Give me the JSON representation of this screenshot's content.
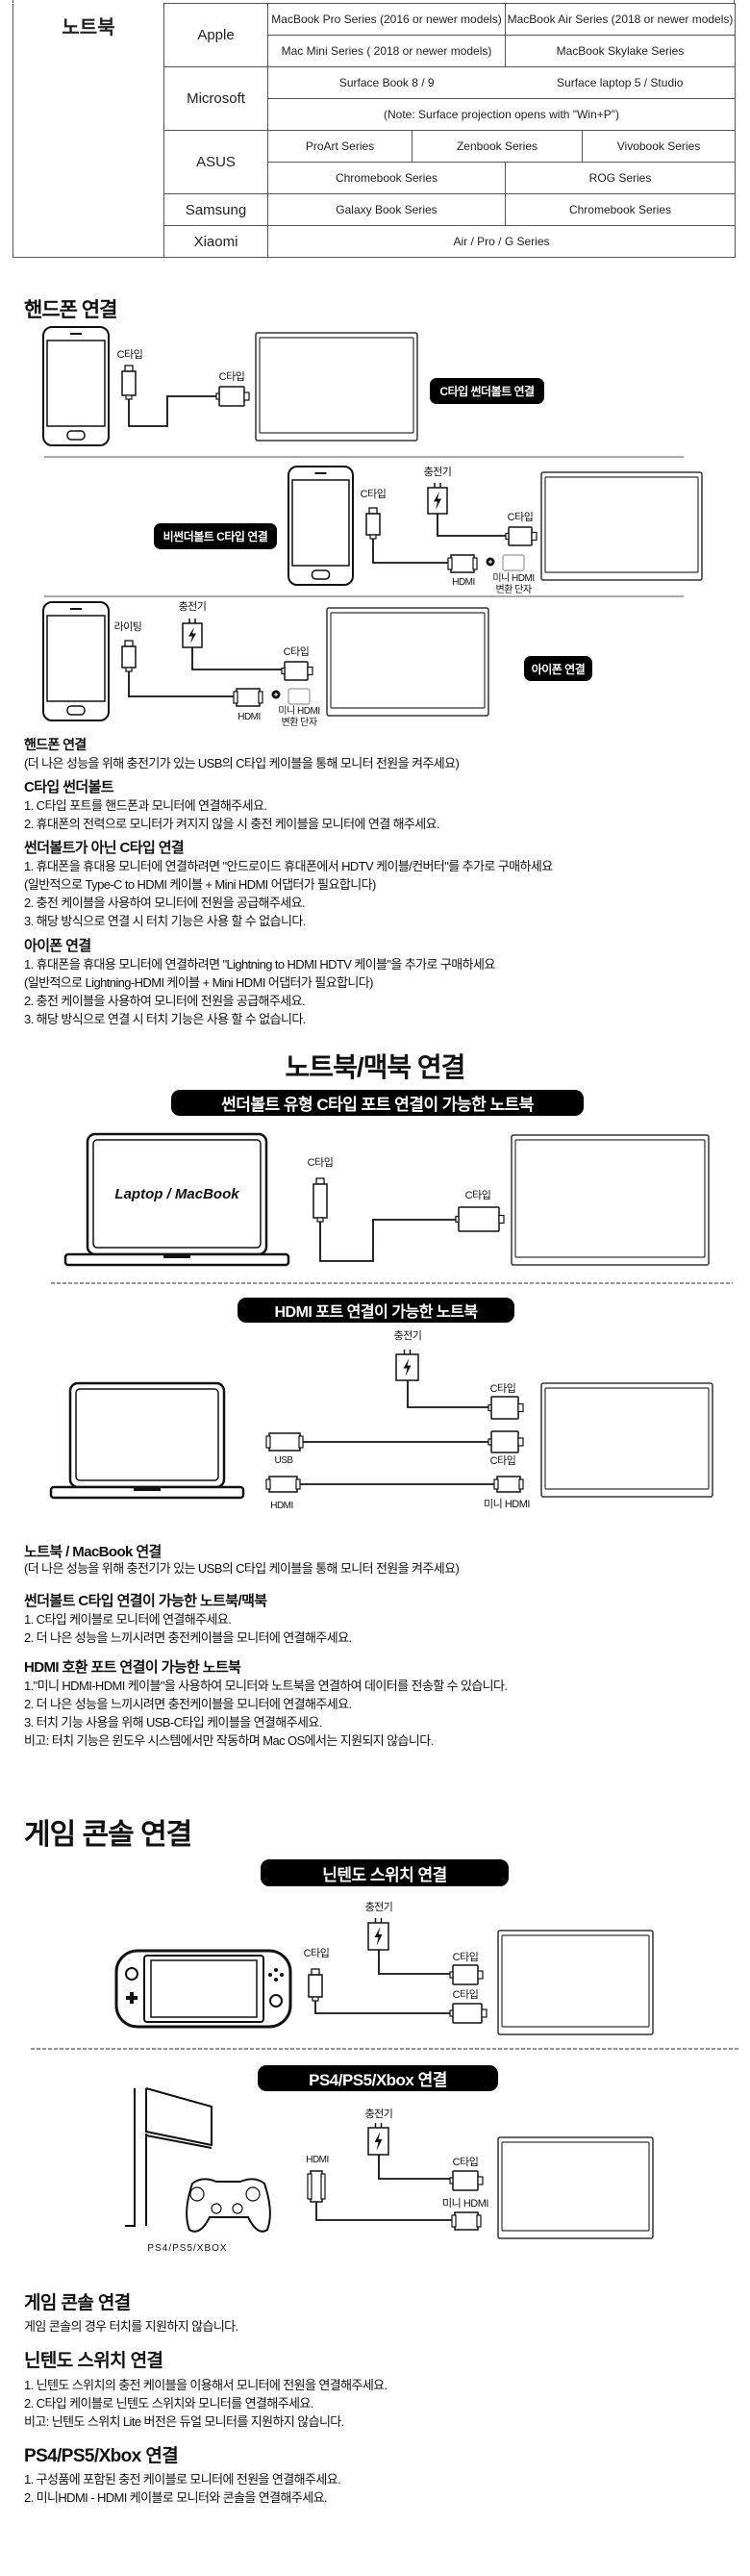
{
  "table": {
    "category": "노트북",
    "rows": {
      "apple": {
        "brand": "Apple",
        "items": [
          "MacBook Pro Series (2016 or newer models)",
          "MacBook Air Series (2018 or newer models)",
          "Mac Mini Series ( 2018 or newer models)",
          "MacBook Skylake Series"
        ]
      },
      "microsoft": {
        "brand": "Microsoft",
        "items": [
          "Surface Book 8 / 9",
          "Surface laptop 5 / Studio"
        ],
        "note": "(Note: Surface projection opens with \"Win+P\")"
      },
      "asus": {
        "brand": "ASUS",
        "items": [
          "ProArt Series",
          "Zenbook Series",
          "Vivobook Series",
          "Chromebook Series",
          "ROG Series"
        ]
      },
      "samsung": {
        "brand": "Samsung",
        "items": [
          "Galaxy Book Series",
          "Chromebook Series"
        ]
      },
      "xiaomi": {
        "brand": "Xiaomi",
        "items": [
          "Air / Pro / G Series"
        ]
      }
    }
  },
  "phone": {
    "title": "핸드폰 연결",
    "labels": {
      "ctype": "C타입",
      "charger": "충전기",
      "hdmi": "HDMI",
      "mini_hdmi_adapter_1": "미니 HDMI",
      "mini_hdmi_adapter_2": "변환 단자",
      "lightning": "라이팅"
    },
    "pills": [
      "C타입 썬더볼트 연결",
      "비썬더볼트 C타입 연결",
      "아이폰 연결"
    ],
    "guide": {
      "title": "핸드폰 연결",
      "subtitle": "(더 나은 성능을 위해 충전기가 있는 USB의 C타입 케이블을 통해 모니터 전원을 켜주세요)",
      "sections": [
        {
          "heading": "C타입 썬더볼트",
          "lines": [
            "1. C타입 포트를 핸드폰과 모니터에 연결해주세요.",
            "2. 휴대폰의 전력으로 모니터가 켜지지 않을 시 충전 케이블을 모니터에 연결 해주세요."
          ]
        },
        {
          "heading": "썬더볼트가 아닌 C타입 연결",
          "lines": [
            "1. 휴대폰을 휴대용 모니터에 연결하려면 \"안드로이드 휴대폰에서 HDTV 케이블/컨버터\"를 추가로 구매하세요",
            "(일반적으로 Type-C to HDMI 케이블 + Mini HDMI 어댑터가 필요합니다)",
            "2. 충전 케이블을 사용하여 모니터에 전원을 공급해주세요.",
            "3. 해당 방식으로 연결 시 터치 기능은 사용 할 수 없습니다."
          ]
        },
        {
          "heading": "아이폰 연결",
          "lines": [
            "1. 휴대폰을 휴대용 모니터에 연결하려면 \"Lightning to HDMI HDTV 케이블\"을 추가로 구매하세요",
            "(일반적으로 Lightning-HDMI 케이블 + Mini HDMI 어댑터가 필요합니다)",
            "2. 충전 케이블을 사용하여 모니터에 전원을 공급해주세요.",
            "3. 해당 방식으로 연결 시 터치 기능은 사용 할 수 없습니다."
          ]
        }
      ]
    }
  },
  "laptop": {
    "title": "노트북/맥북 연결",
    "pills": [
      "썬더볼트 유형 C타입 포트 연결이 가능한 노트북",
      "HDMI 포트 연결이 가능한 노트북"
    ],
    "screen_text": "Laptop / MacBook",
    "labels": {
      "ctype": "C타입",
      "charger": "충전기",
      "usb": "USB",
      "hdmi": "HDMI",
      "mini_hdmi": "미니 HDMI"
    },
    "guide": {
      "title": "노트북 / MacBook 연결",
      "subtitle": "(더 나은 성능을 위해 충전기가 있는 USB의 C타입 케이블을 통해 모니터 전원을 켜주세요)",
      "sections": [
        {
          "heading": "썬더볼트 C타입 연결이 가능한 노트북/맥북",
          "lines": [
            "1. C타입 케이블로 모니터에 연결해주세요.",
            "2. 더 나은 성능을 느끼시려면 충전케이블을 모니터에 연결해주세요."
          ]
        },
        {
          "heading": "HDMI 호환 포트 연결이 가능한 노트북",
          "lines": [
            "1.\"미니 HDMI-HDMI 케이블\"을 사용하여 모니터와 노트북을 연결하여 데이터를 전송할 수 있습니다.",
            "2. 더 나은 성능을 느끼시려면 충전케이블을 모니터에 연결해주세요.",
            "3. 터치 기능 사용을 위해 USB-C타입 케이블을 연결해주세요.",
            "비고: 터치 기능은 윈도우 시스템에서만 작동하며 Mac OS에서는 지원되지 않습니다."
          ]
        }
      ]
    }
  },
  "console": {
    "title": "게임 콘솔 연결",
    "pills": [
      "닌텐도 스위치 연결",
      "PS4/PS5/Xbox 연결"
    ],
    "labels": {
      "ctype": "C타입",
      "charger": "충전기",
      "hdmi": "HDMI",
      "mini_hdmi": "미니 HDMI",
      "device": "PS4/PS5/XBOX"
    },
    "guide": {
      "title": "게임 콘솔 연결",
      "subtitle": "게임 콘솔의 경우 터치를 지원하지 않습니다.",
      "sections": [
        {
          "heading": "닌텐도 스위치 연결",
          "lines": [
            "1. 닌텐도 스위치의 충전 케이블을 이용해서 모니터에 전원을 연결해주세요.",
            "2. C타입 케이블로 닌텐도 스위치와 모니터를 연결해주세요.",
            "비고: 닌텐도 스위치 Lite 버전은 듀얼 모니터를 지원하지 않습니다."
          ]
        },
        {
          "heading": "PS4/PS5/Xbox 연결",
          "lines": [
            "1. 구성품에 포함된 충전 케이블로 모니터에 전원을 연결해주세요.",
            "2. 미니HDMI - HDMI 케이블로 모니터와 콘솔을 연결해주세요."
          ]
        }
      ]
    }
  }
}
